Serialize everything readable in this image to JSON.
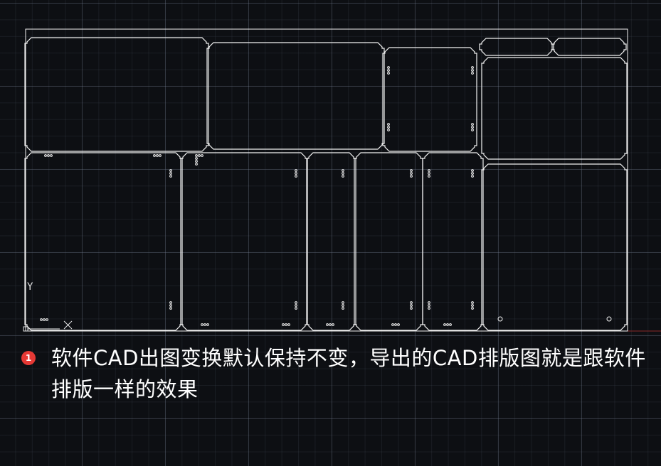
{
  "caption": {
    "step_number": "1",
    "text": "软件CAD出图变换默认保持不变，导出的CAD排版图就是跟软件排版一样的效果",
    "badge_color": "#e53935"
  },
  "canvas": {
    "background": "#0d0f13",
    "line_color": "#f2f2f2",
    "axis_y_label": "Y",
    "axis_x_label": "X"
  },
  "layout_panels": [
    {
      "id": "panel-1"
    },
    {
      "id": "panel-2"
    },
    {
      "id": "panel-3"
    },
    {
      "id": "panel-4"
    },
    {
      "id": "panel-5"
    },
    {
      "id": "panel-6"
    },
    {
      "id": "panel-7"
    },
    {
      "id": "panel-8"
    },
    {
      "id": "panel-9"
    },
    {
      "id": "panel-10"
    },
    {
      "id": "panel-11"
    },
    {
      "id": "panel-12"
    },
    {
      "id": "panel-13"
    },
    {
      "id": "panel-14"
    }
  ]
}
